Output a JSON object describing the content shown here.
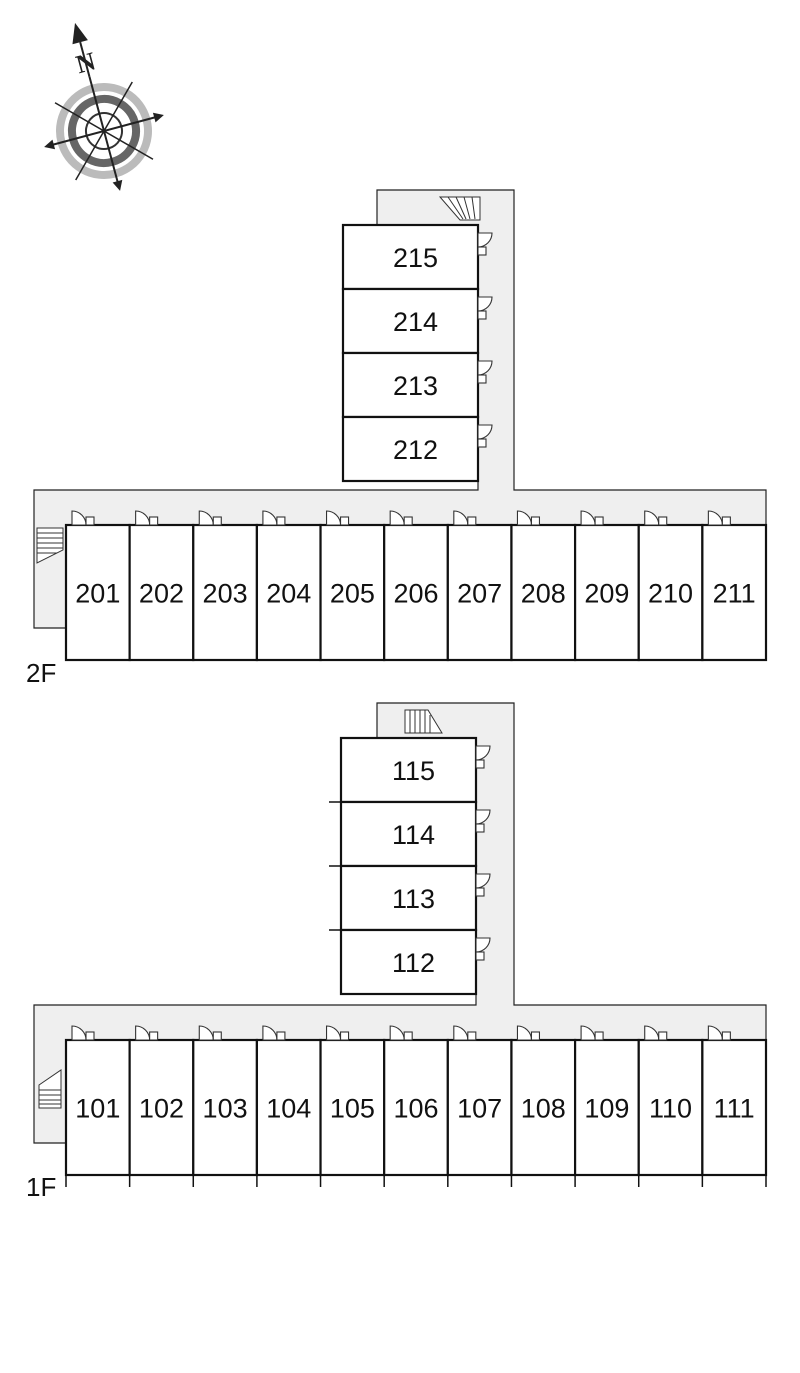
{
  "compass": {
    "north_letter": "N"
  },
  "floors": [
    {
      "label": "2F",
      "wing_rooms": [
        "215",
        "214",
        "213",
        "212"
      ],
      "row_rooms": [
        "201",
        "202",
        "203",
        "204",
        "205",
        "206",
        "207",
        "208",
        "209",
        "210",
        "211"
      ]
    },
    {
      "label": "1F",
      "wing_rooms": [
        "115",
        "114",
        "113",
        "112"
      ],
      "row_rooms": [
        "101",
        "102",
        "103",
        "104",
        "105",
        "106",
        "107",
        "108",
        "109",
        "110",
        "111"
      ]
    }
  ]
}
